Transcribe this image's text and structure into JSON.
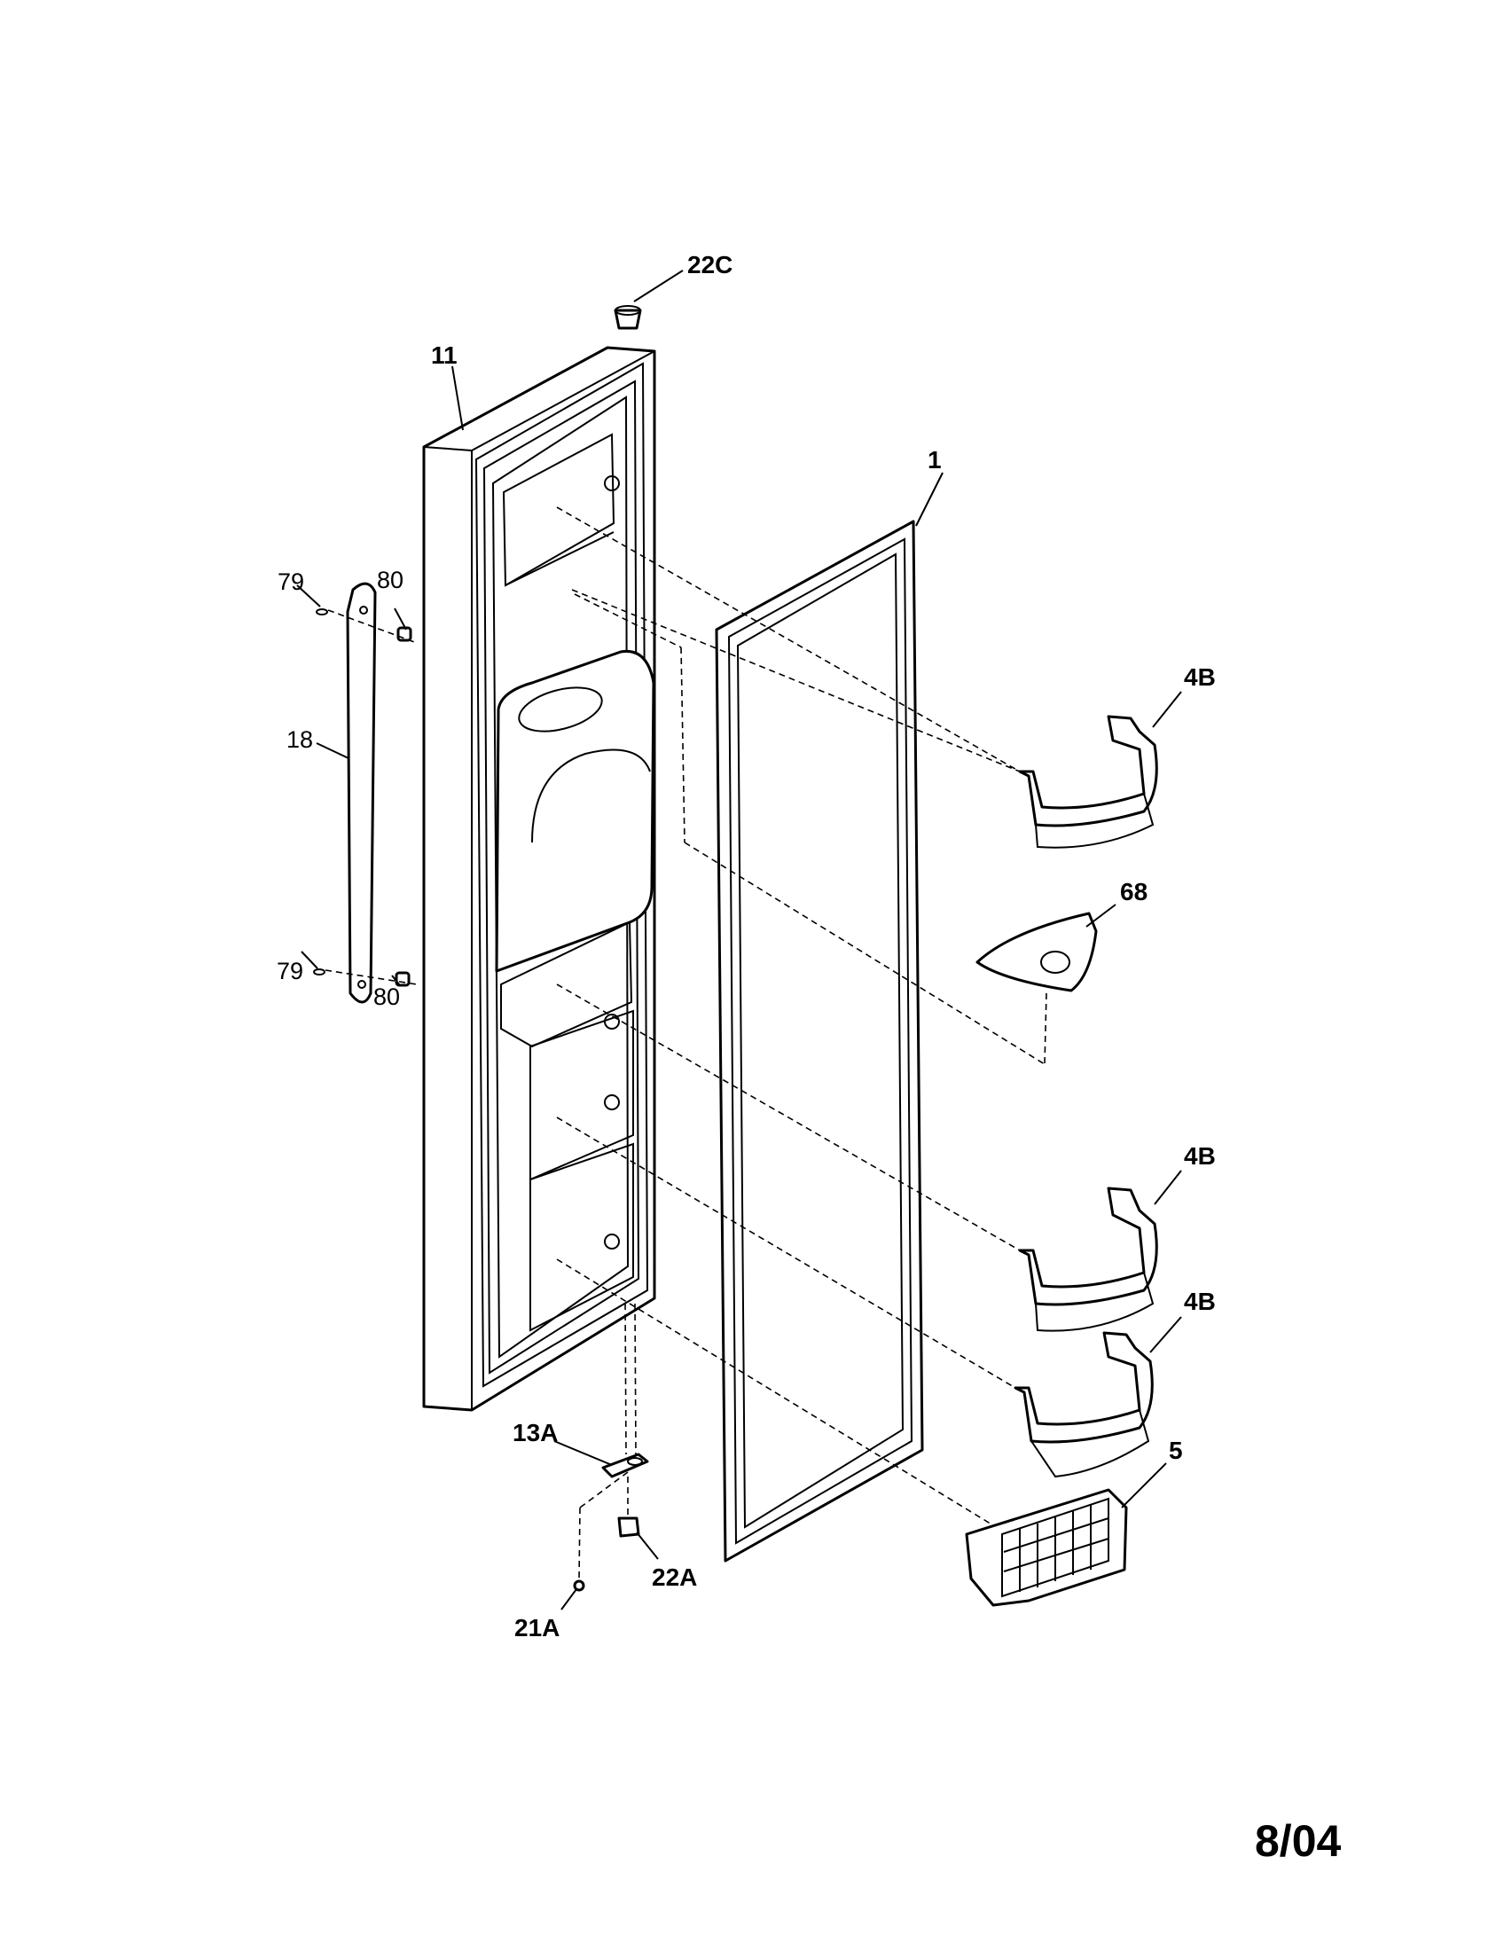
{
  "diagram": {
    "date_code": "8/04",
    "callouts": [
      {
        "key": "c22C",
        "text": "22C"
      },
      {
        "key": "c11",
        "text": "11"
      },
      {
        "key": "c1",
        "text": "1"
      },
      {
        "key": "c79_top",
        "text": "79"
      },
      {
        "key": "c80_top",
        "text": "80"
      },
      {
        "key": "c18",
        "text": "18"
      },
      {
        "key": "c79_bot",
        "text": "79"
      },
      {
        "key": "c80_bot",
        "text": "80"
      },
      {
        "key": "c4B_top",
        "text": "4B"
      },
      {
        "key": "c68",
        "text": "68"
      },
      {
        "key": "c4B_mid",
        "text": "4B"
      },
      {
        "key": "c4B_low",
        "text": "4B"
      },
      {
        "key": "c5",
        "text": "5"
      },
      {
        "key": "c13A",
        "text": "13A"
      },
      {
        "key": "c22A",
        "text": "22A"
      },
      {
        "key": "c21A",
        "text": "21A"
      }
    ]
  }
}
